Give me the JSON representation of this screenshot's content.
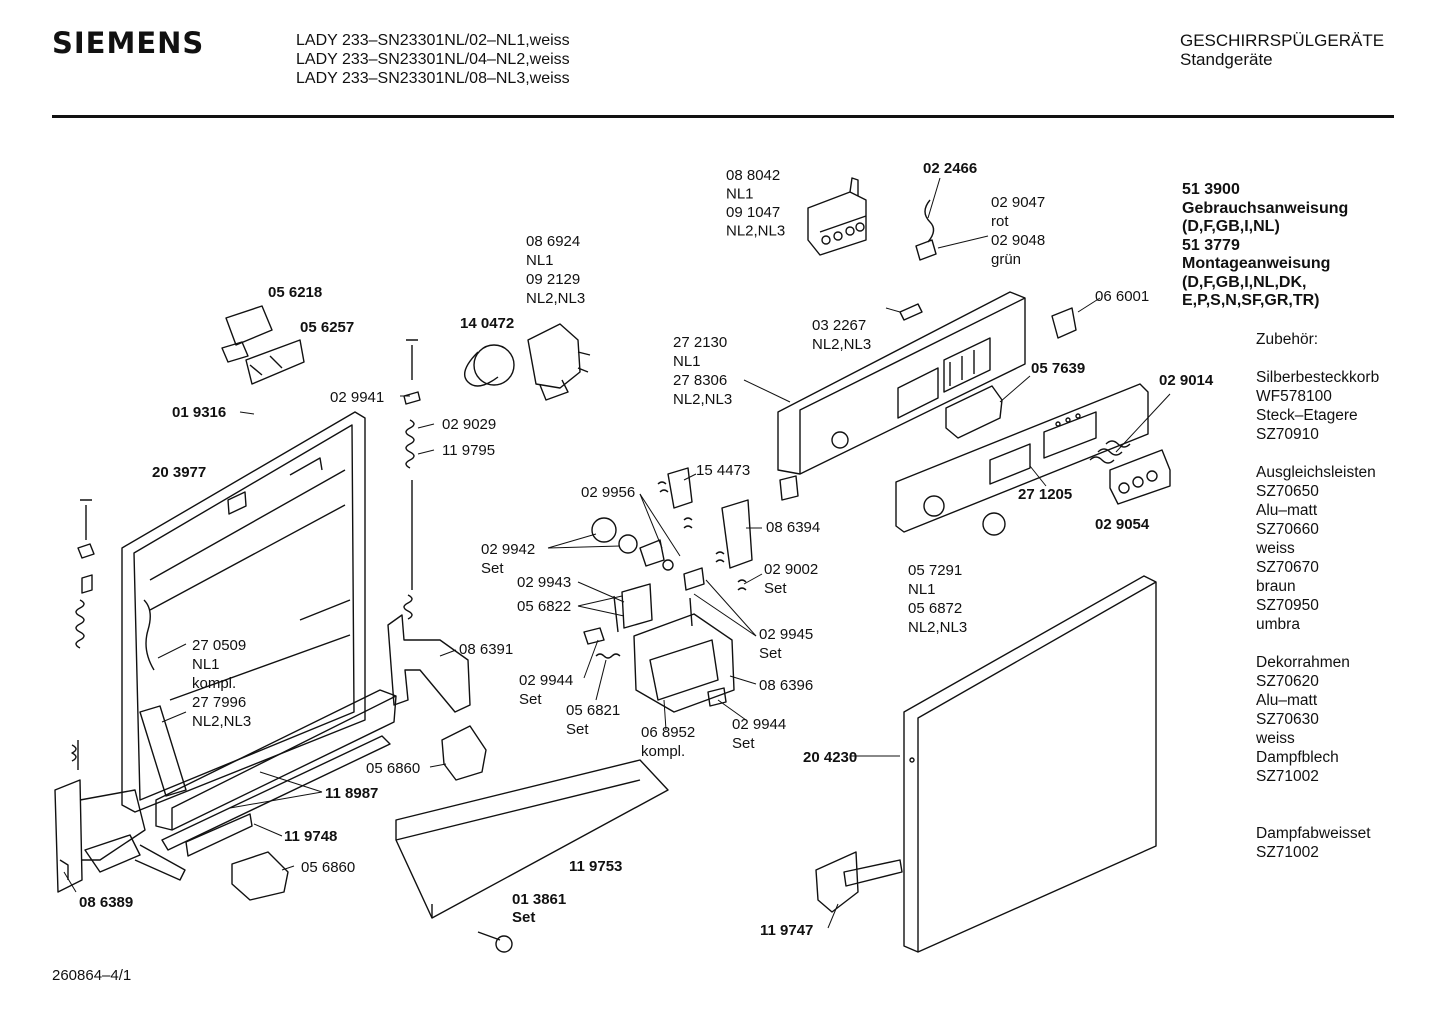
{
  "header": {
    "brand": "SIEMENS",
    "models": [
      "LADY 233–SN23301NL/02–NL1,weiss",
      "LADY 233–SN23301NL/04–NL2,weiss",
      "LADY 233–SN23301NL/08–NL3,weiss"
    ],
    "category": "GESCHIRRSPÜLGERÄTE",
    "subcategory": "Standgeräte"
  },
  "documents": [
    "51 3900",
    "Gebrauchsanweisung",
    "(D,F,GB,I,NL)",
    "51 3779",
    "Montageanweisung",
    "(D,F,GB,I,NL,DK,",
    "E,P,S,N,SF,GR,TR)"
  ],
  "accessories": {
    "title": "Zubehör:",
    "groups": [
      [
        "Silberbesteckkorb",
        "WF578100",
        "Steck–Etagere",
        "SZ70910"
      ],
      [
        "Ausgleichsleisten",
        "SZ70650",
        "Alu–matt",
        "SZ70660",
        "weiss",
        "SZ70670",
        "braun",
        "SZ70950",
        "umbra"
      ],
      [
        "Dekorrahmen",
        "SZ70620",
        "Alu–matt",
        "SZ70630",
        "weiss",
        "Dampfblech",
        "SZ71002"
      ],
      [
        "Dampfabweisset",
        "SZ71002"
      ]
    ]
  },
  "footer": {
    "code": "260864–4/1"
  },
  "parts": [
    {
      "lines": [
        "08 8042",
        "NL1",
        "09 1047",
        "NL2,NL3"
      ],
      "bold": false
    },
    {
      "lines": [
        "02 2466"
      ],
      "bold": true
    },
    {
      "lines": [
        "02 9047",
        "rot",
        "02 9048",
        "grün"
      ],
      "bold": false
    },
    {
      "lines": [
        "08 6924",
        "NL1",
        "09 2129",
        "NL2,NL3"
      ],
      "bold": false
    },
    {
      "lines": [
        "05 6218"
      ],
      "bold": true
    },
    {
      "lines": [
        "05 6257"
      ],
      "bold": true
    },
    {
      "lines": [
        "14 0472"
      ],
      "bold": true
    },
    {
      "lines": [
        "06 6001"
      ],
      "bold": false
    },
    {
      "lines": [
        "03 2267",
        "NL2,NL3"
      ],
      "bold": false
    },
    {
      "lines": [
        "27 2130",
        "NL1",
        "27 8306",
        "NL2,NL3"
      ],
      "bold": false
    },
    {
      "lines": [
        "05 7639"
      ],
      "bold": true
    },
    {
      "lines": [
        "02 9014"
      ],
      "bold": true
    },
    {
      "lines": [
        "02 9941"
      ],
      "bold": false
    },
    {
      "lines": [
        "01 9316"
      ],
      "bold": true
    },
    {
      "lines": [
        "02 9029"
      ],
      "bold": false
    },
    {
      "lines": [
        "11 9795"
      ],
      "bold": false
    },
    {
      "lines": [
        "20 3977"
      ],
      "bold": true
    },
    {
      "lines": [
        "15 4473"
      ],
      "bold": false
    },
    {
      "lines": [
        "02 9956"
      ],
      "bold": false
    },
    {
      "lines": [
        "08 6394"
      ],
      "bold": false
    },
    {
      "lines": [
        "27 1205"
      ],
      "bold": true
    },
    {
      "lines": [
        "02 9054"
      ],
      "bold": true
    },
    {
      "lines": [
        "02 9942",
        "Set"
      ],
      "bold": false
    },
    {
      "lines": [
        "02 9002",
        "Set"
      ],
      "bold": false
    },
    {
      "lines": [
        "02 9943"
      ],
      "bold": false
    },
    {
      "lines": [
        "05 6822"
      ],
      "bold": false
    },
    {
      "lines": [
        "05 7291",
        "NL1",
        "05 6872",
        "NL2,NL3"
      ],
      "bold": false
    },
    {
      "lines": [
        "02 9945",
        "Set"
      ],
      "bold": false
    },
    {
      "lines": [
        "27 0509",
        "NL1",
        "kompl.",
        "27 7996",
        "NL2,NL3"
      ],
      "bold": false
    },
    {
      "lines": [
        "08 6391"
      ],
      "bold": false
    },
    {
      "lines": [
        "02 9944",
        "Set"
      ],
      "bold": false
    },
    {
      "lines": [
        "08 6396"
      ],
      "bold": false
    },
    {
      "lines": [
        "05 6821",
        "Set"
      ],
      "bold": false
    },
    {
      "lines": [
        "06 8952",
        "kompl."
      ],
      "bold": false
    },
    {
      "lines": [
        "02 9944",
        "Set"
      ],
      "bold": false
    },
    {
      "lines": [
        "05 6860"
      ],
      "bold": false
    },
    {
      "lines": [
        "11 8987"
      ],
      "bold": true
    },
    {
      "lines": [
        "20 4230"
      ],
      "bold": true
    },
    {
      "lines": [
        "11 9748"
      ],
      "bold": true
    },
    {
      "lines": [
        "05 6860"
      ],
      "bold": false
    },
    {
      "lines": [
        "11 9753"
      ],
      "bold": true
    },
    {
      "lines": [
        "08 6389"
      ],
      "bold": true
    },
    {
      "lines": [
        "01 3861",
        "Set"
      ],
      "bold": true
    },
    {
      "lines": [
        "11 9747"
      ],
      "bold": true
    }
  ]
}
